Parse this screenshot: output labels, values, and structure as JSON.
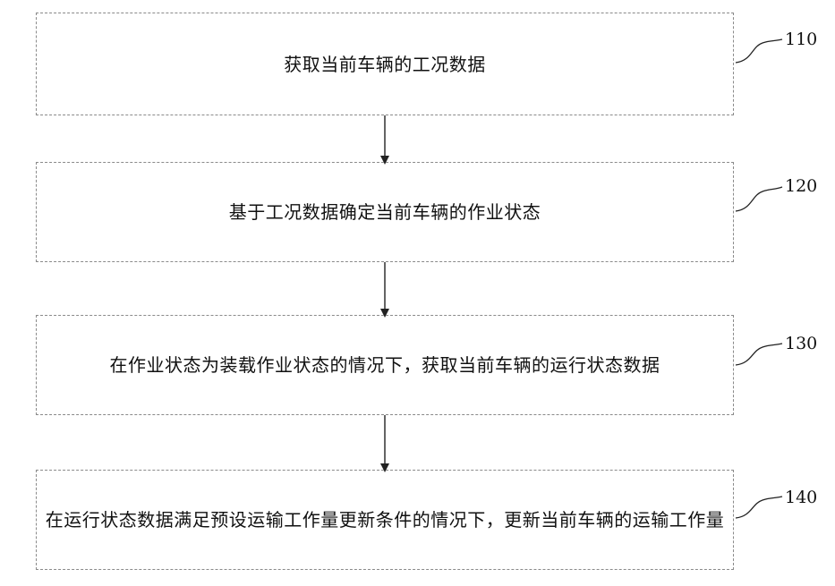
{
  "steps": [
    {
      "number": "110",
      "text": "获取当前车辆的工况数据"
    },
    {
      "number": "120",
      "text": "基于工况数据确定当前车辆的作业状态"
    },
    {
      "number": "130",
      "text": "在作业状态为装载作业状态的情况下，获取当前车辆的运行状态数据"
    },
    {
      "number": "140",
      "text": "在运行状态数据满足预设运输工作量更新条件的情况下，更新当前车辆的运输工作量"
    }
  ]
}
